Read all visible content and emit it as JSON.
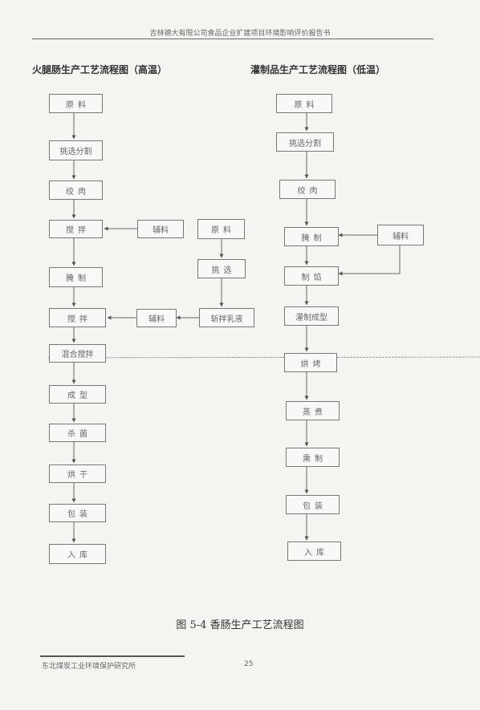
{
  "header": {
    "title": "吉林德大有限公司食品企业扩建项目环境影响评价报告书"
  },
  "left_chart": {
    "title": "火腿肠生产工艺流程图（高温）",
    "main": [
      "原料",
      "挑选分割",
      "绞肉",
      "搅拌",
      "腌制",
      "搅拌",
      "混合搅拌",
      "成型",
      "杀菌",
      "烘干",
      "包装",
      "入库"
    ],
    "side_aux1": "辅料",
    "side_raw": "原料",
    "side_select": "挑选",
    "side_emulsion": "斩拌乳液",
    "side_aux2": "辅料"
  },
  "right_chart": {
    "title": "灌制品生产工艺流程图（低温）",
    "main": [
      "原料",
      "挑选分割",
      "绞肉",
      "腌制",
      "制馅",
      "灌制成型",
      "烘烤",
      "蒸煮",
      "熏制",
      "包装",
      "入库"
    ],
    "side_aux": "辅料"
  },
  "caption": "图 5-4 香肠生产工艺流程图",
  "footer": {
    "org": "东北煤炭工业环境保护研究所",
    "page": "25"
  }
}
